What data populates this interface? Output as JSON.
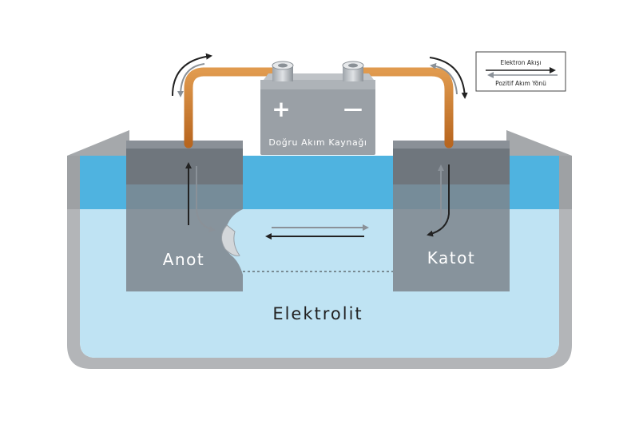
{
  "battery": {
    "label": "Doğru Akım Kaynağı",
    "plus": "+",
    "minus": "—"
  },
  "anode": {
    "label": "Anot"
  },
  "cathode": {
    "label": "Katot"
  },
  "electrolyte": {
    "label": "Elektrolit"
  },
  "legend": {
    "electron_flow": "Elektron Akışı",
    "positive_current": "Pozitif Akım Yönü"
  },
  "colors": {
    "wire": "#c87a2e",
    "electrolyte_top": "#4fb3e0",
    "electrolyte_body": "#bfe3f3",
    "tank": "#b3b5b8",
    "electrode": "#7d858c",
    "battery": "#9aa0a6",
    "electron_arrow": "#222222",
    "current_arrow": "#8a9198"
  }
}
